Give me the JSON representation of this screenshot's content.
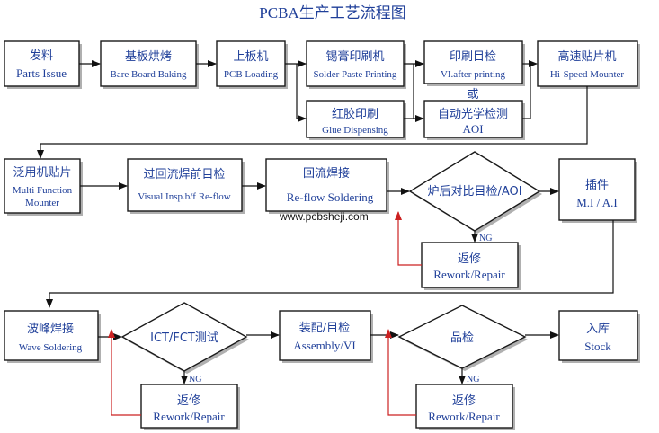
{
  "title": "PCBA生产工艺流程图",
  "watermark": "www.pcbsheji.com",
  "or_label": "或",
  "ng_label": "NG",
  "steps": {
    "parts_issue": {
      "cn": "发料",
      "en": "Parts Issue"
    },
    "bare_board_baking": {
      "cn": "基板烘烤",
      "en": "Bare Board Baking"
    },
    "pcb_loading": {
      "cn": "上板机",
      "en": "PCB Loading"
    },
    "solder_paste_printing": {
      "cn": "锡膏印刷机",
      "en": "Solder Paste Printing"
    },
    "vi_after_printing": {
      "cn": "印刷目检",
      "en": "VI.after printing"
    },
    "hi_speed_mounter": {
      "cn": "高速贴片机",
      "en": "Hi-Speed Mounter"
    },
    "glue_dispensing": {
      "cn": "红胶印刷",
      "en": "Glue Dispensing"
    },
    "aoi": {
      "cn": "自动光学检测",
      "en": "AOI"
    },
    "multi_function_mounter": {
      "cn": "泛用机贴片",
      "en1": "Multi Function",
      "en2": "Mounter"
    },
    "visual_insp": {
      "cn": "过回流焊前目检",
      "en": "Visual Insp.b/f Re-flow"
    },
    "reflow_soldering": {
      "cn": "回流焊接",
      "en": "Re-flow  Soldering"
    },
    "post_reflow_check": {
      "cn": "炉后对比目检/AOI"
    },
    "rework1": {
      "cn": "返修",
      "en": "Rework/Repair"
    },
    "mi_ai": {
      "cn": "插件",
      "en": "M.I / A.I"
    },
    "wave_soldering": {
      "cn": "波峰焊接",
      "en": "Wave Soldering"
    },
    "ict_fct": {
      "cn": "ICT/FCT测试"
    },
    "rework2": {
      "cn": "返修",
      "en": "Rework/Repair"
    },
    "assembly_vi": {
      "cn": "装配/目检",
      "en": "Assembly/VI"
    },
    "quality_check": {
      "cn": "品检"
    },
    "rework3": {
      "cn": "返修",
      "en": "Rework/Repair"
    },
    "stock": {
      "cn": "入库",
      "en": "Stock"
    }
  }
}
